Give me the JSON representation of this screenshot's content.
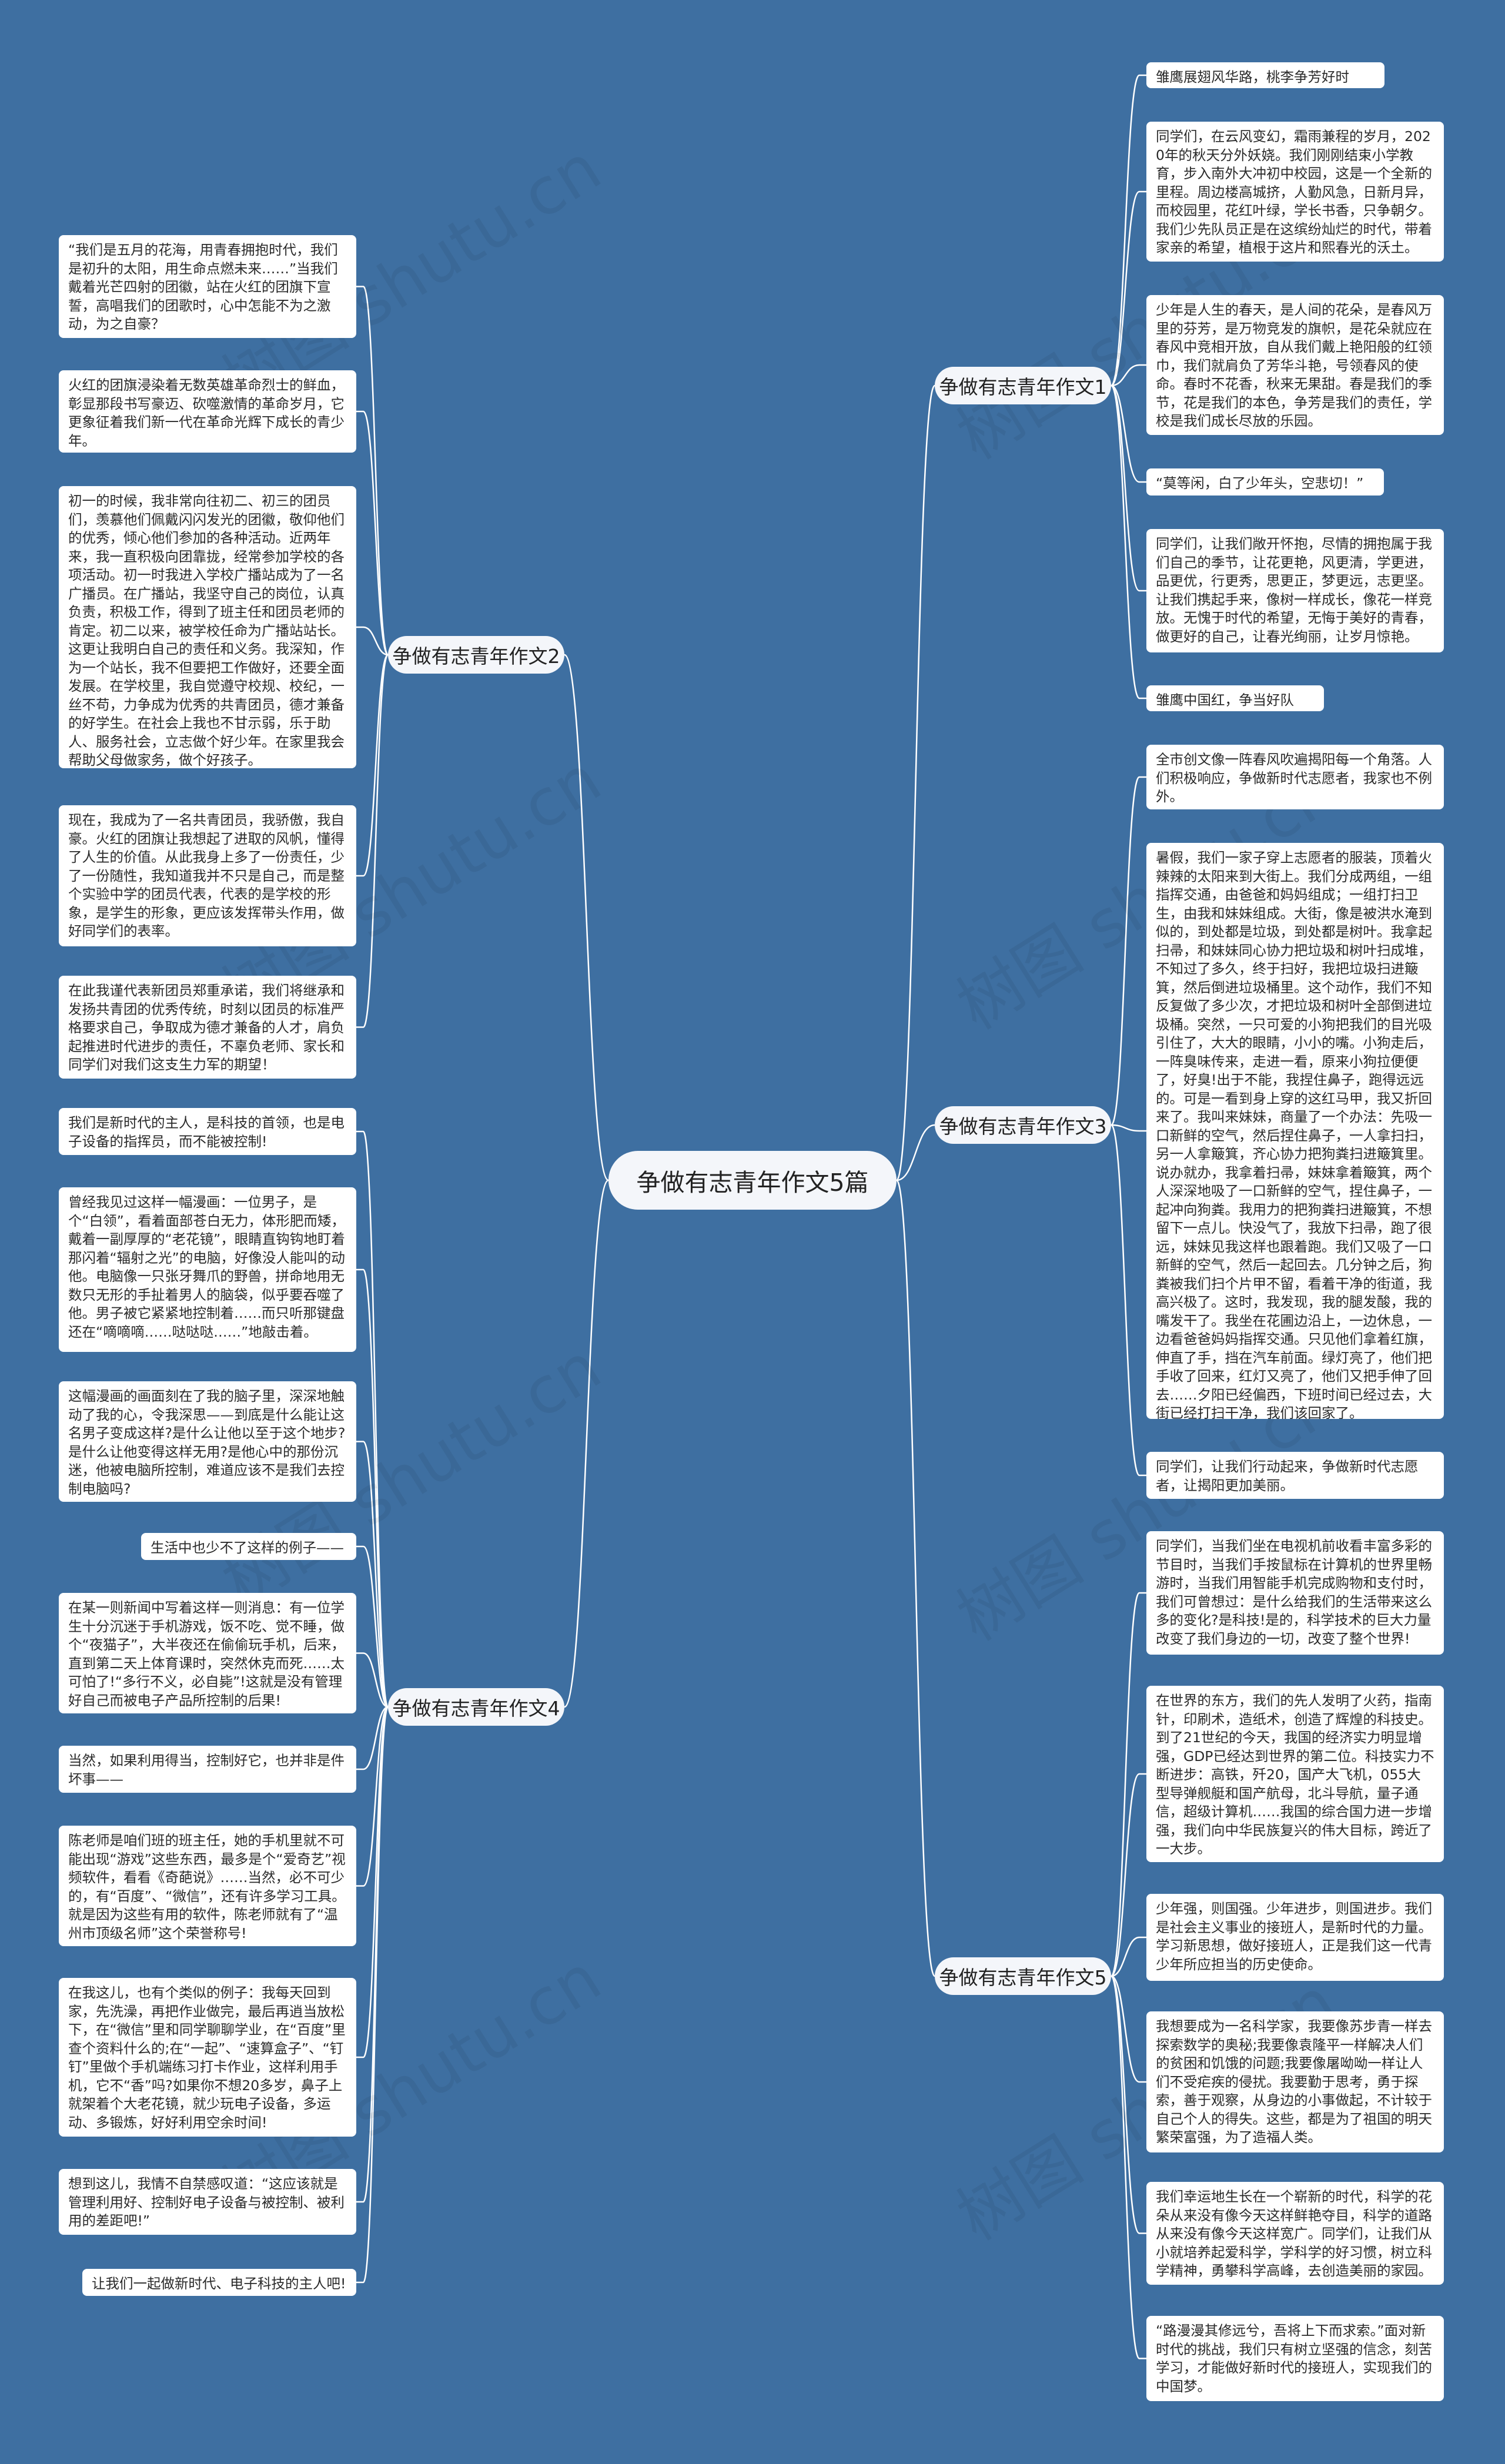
{
  "root": {
    "title": "争做有志青年作文5篇"
  },
  "branches": [
    {
      "label": "争做有志青年作文1",
      "items": [
        "雏鹰展翅风华路，桃李争芳好时节。",
        "同学们，在云风变幻，霜雨兼程的岁月，2020年的秋天分外妖娆。我们刚刚结束小学教育，步入南外大冲初中校园，这是一个全新的里程。周边楼高城挤，人勤风急，日新月异，而校园里，花红叶绿，学长书香，只争朝夕。我们少先队员正是在这缤纷灿烂的时代，带着家亲的希望，植根于这片和熙春光的沃土。",
        "少年是人生的春天，是人间的花朵，是春风万里的芬芳，是万物竞发的旗帜，是花朵就应在春风中竞相开放，自从我们戴上艳阳般的红领巾，我们就肩负了芳华斗艳，号领春风的使命。春时不花香，秋来无果甜。春是我们的季节，花是我们的本色，争芳是我们的责任，学校是我们成长尽放的乐园。",
        "“莫等闲，白了少年头，空悲切！”",
        "同学们，让我们敞开怀抱，尽情的拥抱属于我们自己的季节，让花更艳，风更清，学更进，品更优，行更秀，思更正，梦更远，志更坚。让我们携起手来，像树一样成长，像花一样竞放。无愧于时代的希望，无悔于美好的青春，做更好的自己，让春光绚丽，让岁月惊艳。",
        "雏鹰中国红，争当好队员！"
      ]
    },
    {
      "label": "争做有志青年作文2",
      "items": [
        "“我们是五月的花海，用青春拥抱时代，我们是初升的太阳，用生命点燃未来……”当我们戴着光芒四射的团徽，站在火红的团旗下宣誓，高唱我们的团歌时，心中怎能不为之激动，为之自豪？",
        "火红的团旗浸染着无数英雄革命烈士的鲜血，彰显那段书写豪迈、砍噬激情的革命岁月，它更象征着我们新一代在革命光辉下成长的青少年。",
        "初一的时候，我非常向往初二、初三的团员们，羡慕他们佩戴闪闪发光的团徽，敬仰他们的优秀，倾心他们参加的各种活动。近两年来，我一直积极向团靠拢，经常参加学校的各项活动。初一时我进入学校广播站成为了一名广播员。在广播站，我坚守自己的岗位，认真负责，积极工作，得到了班主任和团员老师的肯定。初二以来，被学校任命为广播站站长。这更让我明白自己的责任和义务。我深知，作为一个站长，我不但要把工作做好，还要全面发展。在学校里，我自觉遵守校规、校纪，一丝不苟，力争成为优秀的共青团员，德才兼备的好学生。在社会上我也不甘示弱，乐于助人、服务社会，立志做个好少年。在家里我会帮助父母做家务，做个好孩子。",
        "现在，我成为了一名共青团员，我骄傲，我自豪。火红的团旗让我想起了进取的风帆，懂得了人生的价值。从此我身上多了一份责任，少了一份随性，我知道我并不只是自己，而是整个实验中学的团员代表，代表的是学校的形象，是学生的形象，更应该发挥带头作用，做好同学们的表率。",
        "在此我谨代表新团员郑重承诺，我们将继承和发扬共青团的优秀传统，时刻以团员的标准严格要求自己，争取成为德才兼备的人才，肩负起推进时代进步的责任，不辜负老师、家长和同学们对我们这支生力军的期望！"
      ]
    },
    {
      "label": "争做有志青年作文3",
      "items": [
        "全市创文像一阵春风吹遍揭阳每一个角落。人们积极响应，争做新时代志愿者，我家也不例外。",
        "暑假，我们一家子穿上志愿者的服装，顶着火辣辣的太阳来到大街上。我们分成两组，一组指挥交通，由爸爸和妈妈组成；一组打扫卫生，由我和妹妹组成。大街，像是被洪水淹到似的，到处都是垃圾，到处都是树叶。我拿起扫帚，和妹妹同心协力把垃圾和树叶扫成堆，不知过了多久，终于扫好，我把垃圾扫进簸箕，然后倒进垃圾桶里。这个动作，我们不知反复做了多少次，才把垃圾和树叶全部倒进垃圾桶。突然，一只可爱的小狗把我们的目光吸引住了，大大的眼睛，小小的嘴。小狗走后，一阵臭味传来，走进一看，原来小狗拉便便了，好臭!出于不能，我捏住鼻子，跑得远远的。可是一看到身上穿的这红马甲，我又折回来了。我叫来妹妹，商量了一个办法：先吸一口新鲜的空气，然后捏住鼻子，一人拿扫扫，另一人拿簸箕，齐心协力把狗粪扫进簸箕里。说办就办，我拿着扫帚，妹妹拿着簸箕，两个人深深地吸了一口新鲜的空气，捏住鼻子，一起冲向狗粪。我用力的把狗粪扫进簸箕，不想留下一点儿。快没气了，我放下扫帚，跑了很远，妹妹见我这样也跟着跑。我们又吸了一口新鲜的空气，然后一起回去。几分钟之后，狗粪被我们扫个片甲不留，看着干净的街道，我高兴极了。这时，我发现，我的腿发酸，我的嘴发干了。我坐在花圃边沿上，一边休息，一边看爸爸妈妈指挥交通。只见他们拿着红旗，伸直了手，挡在汽车前面。绿灯亮了，他们把手收了回来，红灯又亮了，他们又把手伸了回去……夕阳已经偏西，下班时间已经过去，大街已经打扫干净，我们该回家了。",
        "同学们，让我们行动起来，争做新时代志愿者，让揭阳更加美丽。"
      ]
    },
    {
      "label": "争做有志青年作文4",
      "items": [
        "我们是新时代的主人，是科技的首领，也是电子设备的指挥员，而不能被控制!",
        "曾经我见过这样一幅漫画：一位男子，是个“白领”，看着面部苍白无力，体形肥而矮，戴着一副厚厚的“老花镜”，眼睛直钩钩地盯着那闪着“辐射之光”的电脑，好像没人能叫的动他。电脑像一只张牙舞爪的野兽，拼命地用无数只无形的手扯着男人的脑袋，似乎要吞噬了他。男子被它紧紧地控制着……而只听那键盘还在“嘀嘀嘀……哒哒哒……”地敲击着。",
        "这幅漫画的画面刻在了我的脑子里，深深地触动了我的心，令我深思——到底是什么能让这名男子变成这样?是什么让他以至于这个地步?是什么让他变得这样无用?是他心中的那份沉迷，他被电脑所控制，难道应该不是我们去控制电脑吗?",
        "生活中也少不了这样的例子——",
        "在某一则新闻中写着这样一则消息：有一位学生十分沉迷于手机游戏，饭不吃、觉不睡，做个“夜猫子”，大半夜还在偷偷玩手机，后来，直到第二天上体育课时，突然休克而死……太可怕了!“多行不义，必自毙”!这就是没有管理好自己而被电子产品所控制的后果!",
        "当然，如果利用得当，控制好它，也并非是件坏事——",
        "陈老师是咱们班的班主任，她的手机里就不可能出现“游戏”这些东西，最多是个“爱奇艺”视频软件，看看《奇葩说》……当然，必不可少的，有“百度”、“微信”，还有许多学习工具。就是因为这些有用的软件，陈老师就有了“温州市顶级名师”这个荣誉称号!",
        "在我这儿，也有个类似的例子：我每天回到家，先洗澡，再把作业做完，最后再逍当放松下，在“微信”里和同学聊聊学业，在“百度”里查个资料什么的;在“一起”、“速算盒子”、“钉钉”里做个手机端练习打卡作业，这样利用手机，它不“香”吗?如果你不想20多岁，鼻子上就架着个大老花镜，就少玩电子设备，多运动、多锻炼，好好利用空余时间!",
        "想到这儿，我情不自禁感叹道：“这应该就是管理利用好、控制好电子设备与被控制、被利用的差距吧!”",
        "让我们一起做新时代、电子科技的主人吧!"
      ]
    },
    {
      "label": "争做有志青年作文5",
      "items": [
        "同学们，当我们坐在电视机前收看丰富多彩的节目时，当我们手按鼠标在计算机的世界里畅游时，当我们用智能手机完成购物和支付时，我们可曾想过：是什么给我们的生活带来这么多的变化?是科技!是的，科学技术的巨大力量改变了我们身边的一切，改变了整个世界!",
        "在世界的东方，我们的先人发明了火药，指南针，印刷术，造纸术，创造了辉煌的科技史。到了21世纪的今天，我国的经济实力明显增强，GDP已经达到世界的第二位。科技实力不断进步：高铁，歼20，国产大飞机，055大型导弹舰艇和国产航母，北斗导航，量子通信，超级计算机……我国的综合国力进一步增强，我们向中华民族复兴的伟大目标，跨近了一大步。",
        "少年强，则国强。少年进步，则国进步。我们是社会主义事业的接班人，是新时代的力量。学习新思想，做好接班人，正是我们这一代青少年所应担当的历史使命。",
        "我想要成为一名科学家，我要像苏步青一样去探索数学的奥秘;我要像袁隆平一样解决人们的贫困和饥饿的问题;我要像屠呦呦一样让人们不受疟疾的侵扰。我要勤于思考，勇于探索，善于观察，从身边的小事做起，不计较于自己个人的得失。这些，都是为了祖国的明天繁荣富强，为了造福人类。",
        "我们幸运地生长在一个崭新的时代，科学的花朵从来没有像今天这样鲜艳夺目，科学的道路从来没有像今天这样宽广。同学们，让我们从小就培养起爱科学，学科学的好习惯，树立科学精神，勇攀科学高峰，去创造美丽的家园。",
        "“路漫漫其修远兮，吾将上下而求索。”面对新时代的挑战，我们只有树立坚强的信念，刻苦学习，才能做好新时代的接班人，实现我们的中国梦。"
      ]
    }
  ],
  "watermark": {
    "text": "树图 shutu.cn"
  },
  "colors": {
    "background": "#3e6fa1",
    "node": "#f4f6fa",
    "leaf": "#ffffff",
    "line": "#ffffff"
  }
}
